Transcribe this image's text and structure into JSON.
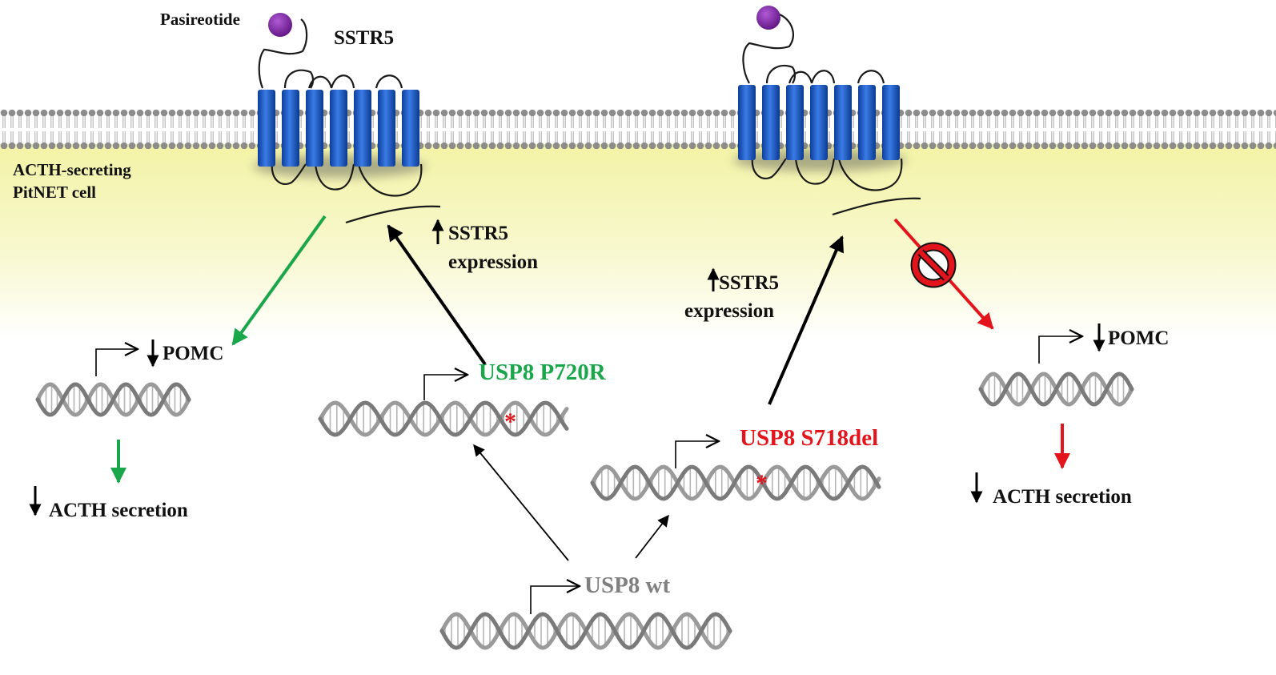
{
  "labels": {
    "ligand": "Pasireotide",
    "receptor": "SSTR5",
    "cell_line1": "ACTH-secreting",
    "cell_line2": "PitNET cell",
    "sstr5_expr_line1": "SSTR5",
    "sstr5_expr_line2": "expression",
    "pomc": "POMC",
    "usp8_p720r": "USP8 P720R",
    "usp8_s718del": "USP8 S718del",
    "usp8_wt": "USP8 wt",
    "acth_secretion": "ACTH secretion",
    "mutation_marker": "*"
  },
  "colors": {
    "green": "#1aa64a",
    "red": "#e3141b",
    "grey_text": "#808080",
    "receptor_blue": "#1a5cc8",
    "ligand_purple": "#7a1fa0",
    "cytoplasm_yellow": "#f3f3a6"
  }
}
